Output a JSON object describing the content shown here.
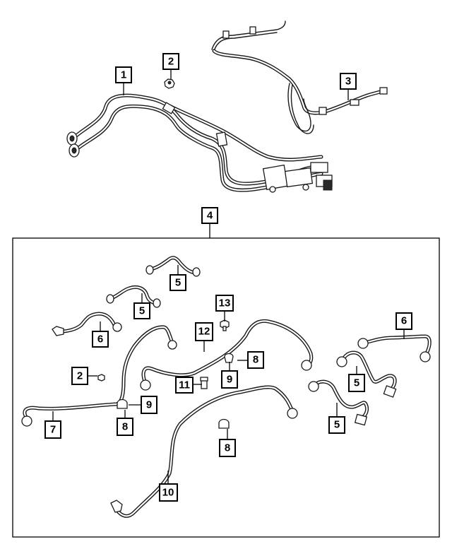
{
  "diagram": {
    "callouts": [
      {
        "id": "c1",
        "label": "1"
      },
      {
        "id": "c2a",
        "label": "2"
      },
      {
        "id": "c3",
        "label": "3"
      },
      {
        "id": "c4",
        "label": "4"
      },
      {
        "id": "c5a",
        "label": "5"
      },
      {
        "id": "c5b",
        "label": "5"
      },
      {
        "id": "c13",
        "label": "13"
      },
      {
        "id": "c6a",
        "label": "6"
      },
      {
        "id": "c12",
        "label": "12"
      },
      {
        "id": "c6b",
        "label": "6"
      },
      {
        "id": "c8a",
        "label": "8"
      },
      {
        "id": "c2b",
        "label": "2"
      },
      {
        "id": "c9a",
        "label": "9"
      },
      {
        "id": "c11",
        "label": "11"
      },
      {
        "id": "c5c",
        "label": "5"
      },
      {
        "id": "c9b",
        "label": "9"
      },
      {
        "id": "c7",
        "label": "7"
      },
      {
        "id": "c8b",
        "label": "8"
      },
      {
        "id": "c5d",
        "label": "5"
      },
      {
        "id": "c8c",
        "label": "8"
      },
      {
        "id": "c10",
        "label": "10"
      }
    ],
    "colors": {
      "line": "#1a1a1a",
      "background": "#ffffff"
    }
  }
}
